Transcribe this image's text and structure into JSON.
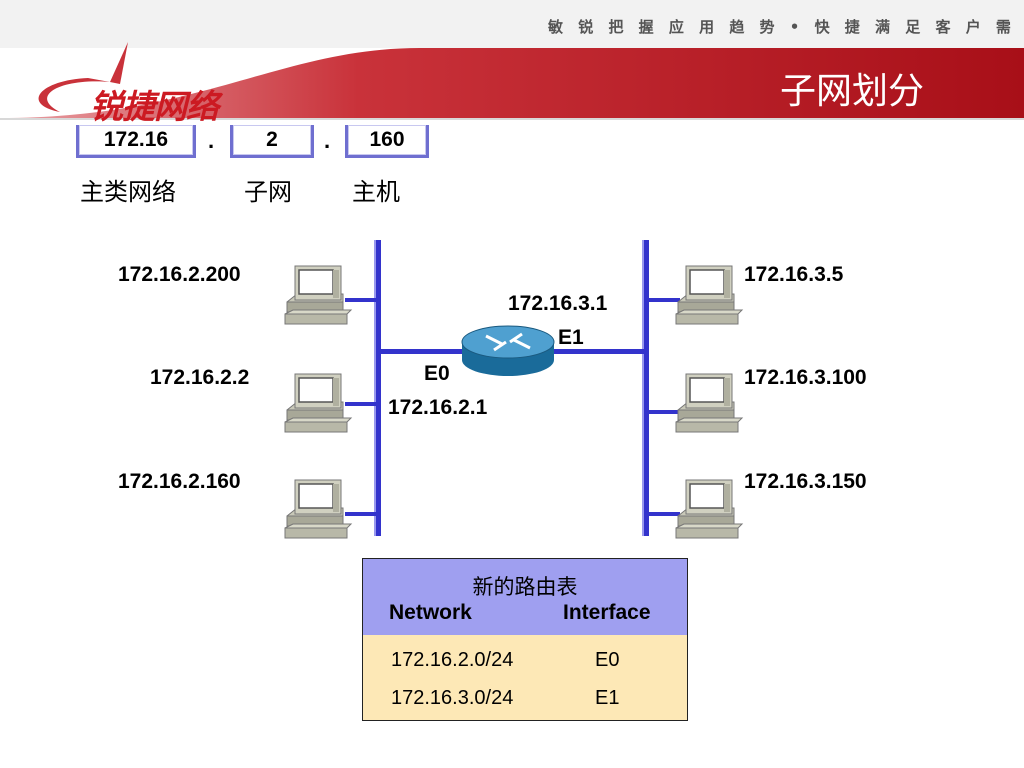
{
  "header": {
    "slogan": "敏 锐 把 握 应 用 趋 势 • 快 捷 满 足 客 户 需 求",
    "title": "子网划分",
    "logo_text": "锐捷网络"
  },
  "address": {
    "parts": [
      "172.16",
      "2",
      "160"
    ],
    "separator": ".",
    "labels": [
      "主类网络",
      "子网",
      "主机"
    ]
  },
  "hosts_left": [
    "172.16.2.200",
    "172.16.2.2",
    "172.16.2.160"
  ],
  "hosts_right": [
    "172.16.3.5",
    "172.16.3.100",
    "172.16.3.150"
  ],
  "router": {
    "e0_label": "E0",
    "e0_ip": "172.16.2.1",
    "e1_label": "E1",
    "e1_ip": "172.16.3.1"
  },
  "routing_table": {
    "title": "新的路由表",
    "columns": [
      "Network",
      "Interface"
    ],
    "rows": [
      {
        "network": "172.16.2.0/24",
        "interface": "E0"
      },
      {
        "network": "172.16.3.0/24",
        "interface": "E1"
      }
    ]
  },
  "colors": {
    "brand_red": "#b3121b",
    "link_blue": "#3333cc",
    "table_header": "#9f9ff0",
    "table_body": "#fde8b6"
  }
}
